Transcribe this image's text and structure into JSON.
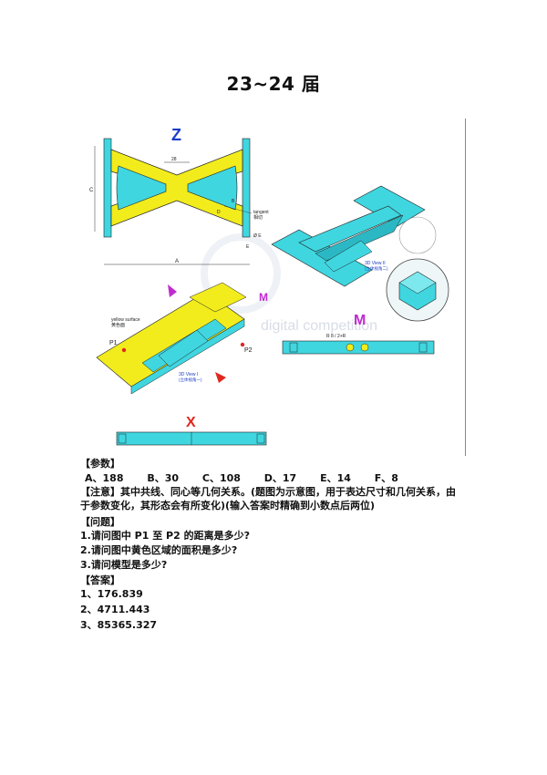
{
  "doc": {
    "title": "23~24 届"
  },
  "figure": {
    "view_z_label": "Z",
    "view_x_label": "X",
    "view_m_label": "M",
    "view_m_iso_label": "M",
    "dim_28": "28",
    "dim_c": "C",
    "dim_a": "A",
    "dim_d": "D",
    "dim_e": "E",
    "dim_b": "B",
    "dim_phi_e": "Ø E",
    "tangent_label": "tangent",
    "tangent_cn": "相切",
    "yellow_surface_label": "yellow surface",
    "yellow_surface_cn": "黄色面",
    "p1_label": "P1",
    "p2_label": "P2",
    "view1_label": "3D View I",
    "view1_cn": "(立体视角一)",
    "view2_label": "3D View II",
    "view2_cn": "(立体视角二)",
    "m_dim": "R 8 / 2+R",
    "watermark": "digital competition",
    "colors": {
      "yellow": "#f2ec1c",
      "cyan": "#3fd6e0",
      "blue": "#1a3cc8",
      "red": "#e0281e",
      "magenta": "#c02bd0"
    }
  },
  "params": {
    "heading": "【参数】",
    "items": [
      "A、188",
      "B、30",
      "C、108",
      "D、17",
      "E、14",
      "F、8"
    ]
  },
  "note": {
    "line1": "【注意】其中共线、同心等几何关系。(题图为示意图，用于表达尺寸和几何关系，由",
    "line2": "于参数变化，其形态会有所变化)(输入答案时精确到小数点后两位)"
  },
  "questions": {
    "heading": "【问题】",
    "q1": "1.请问图中 P1 至 P2 的距离是多少?",
    "q2": "2.请问图中黄色区域的面积是多少?",
    "q3": "3.请问模型是多少?"
  },
  "answers": {
    "heading": "【答案】",
    "a1": "1、176.839",
    "a2": "2、4711.443",
    "a3": "3、85365.327"
  }
}
